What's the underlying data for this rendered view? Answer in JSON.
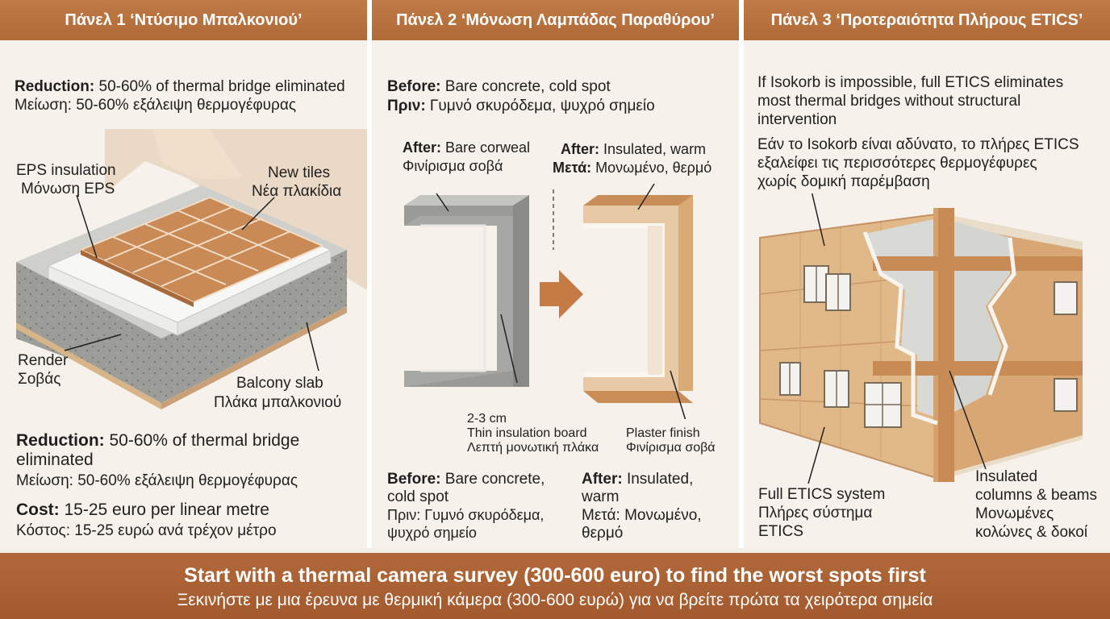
{
  "panel1": {
    "title": "Πάνελ 1 ‘Ντύσιμο Μπαλκονιού’",
    "top_reduction_label": "Reduction:",
    "top_reduction_en": " 50-60% of thermal bridge eliminated",
    "top_reduction_gr": "Μείωση: 50-60% εξάλειψη θερμογέφυρας",
    "eps_en": "EPS insulation",
    "eps_gr": "Μόνωση EPS",
    "tiles_en": "New tiles",
    "tiles_gr": "Νέα πλακίδια",
    "render_en": "Render",
    "render_gr": "Σοβάς",
    "slab_en": "Balcony slab",
    "slab_gr": "Πλάκα μπαλκονιού",
    "reduction_label": "Reduction:",
    "reduction_en_1": " 50-60% of thermal bridge",
    "reduction_en_2": "eliminated",
    "reduction_gr": "Μείωση: 50-60% εξάλειψη θερμογέφυρας",
    "cost_label": "Cost:",
    "cost_en": " 15-25 euro per linear metre",
    "cost_gr": "Κόστος: 15-25 ευρώ ανά τρέχον μέτρο"
  },
  "panel2": {
    "title": "Πάνελ 2 ‘Μόνωση Λαμπάδας Παραθύρου’",
    "before_label": "Before:",
    "before_en": " Bare concrete, cold spot",
    "before_gr_label": "Πριν:",
    "before_gr": " Γυμνό σκυρόδεμα, ψυχρό σημείο",
    "after_left_label": "After:",
    "after_left_en": " Bare corweal",
    "after_left_gr": "Φινίρισμα σοβά",
    "after_right_label": "After:",
    "after_right_en": " Insulated, warm",
    "after_right_gr_label": "Μετά:",
    "after_right_gr": " Μονωμένο, θερμό",
    "board_1": "2-3 cm",
    "board_2": "Thin insulation board",
    "board_3": "Λεπτή μονωτική πλάκα",
    "plaster_1": "Plaster finish",
    "plaster_2": "Φινίρισμα σοβά",
    "b_before_label": "Before:",
    "b_before_en_1": " Bare concrete,",
    "b_before_en_2": "cold spot",
    "b_before_gr_1": "Πριν: Γυμνό σκυρόδεμα,",
    "b_before_gr_2": "ψυχρό σημείο",
    "b_after_label": "After:",
    "b_after_en_1": " Insulated,",
    "b_after_en_2": "warm",
    "b_after_gr_1": "Μετά: Μονωμένο,",
    "b_after_gr_2": "θερμό"
  },
  "panel3": {
    "title": "Πάνελ 3 ‘Προτεραιότητα Πλήρους ETICS’",
    "en_1": "If Isokorb is impossible, full ETICS eliminates",
    "en_2": "most thermal bridges without structural",
    "en_3": "intervention",
    "gr_1": "Εάν το Isokorb είναι αδύνατο, το πλήρες ETICS",
    "gr_2": "εξαλείφει τις περισσότερες θερμογέφυρες",
    "gr_3": "χωρίς δομική παρέμβαση",
    "full_en": "Full ETICS system",
    "full_gr_1": "Πλήρες σύστημα",
    "full_gr_2": "ETICS",
    "ins_en_1": "Insulated",
    "ins_en_2": "columns & beams",
    "ins_gr_1": "Μονωμένες",
    "ins_gr_2": "κολώνες & δοκοί"
  },
  "footer": {
    "line_en": "Start with a thermal camera survey (300-600 euro) to find the worst spots first",
    "line_gr": "Ξεκινήστε με μια έρευνα με θερμική κάμερα (300-600 ευρώ) για να βρείτε πρώτα τα χειρότερα σημεία"
  }
}
